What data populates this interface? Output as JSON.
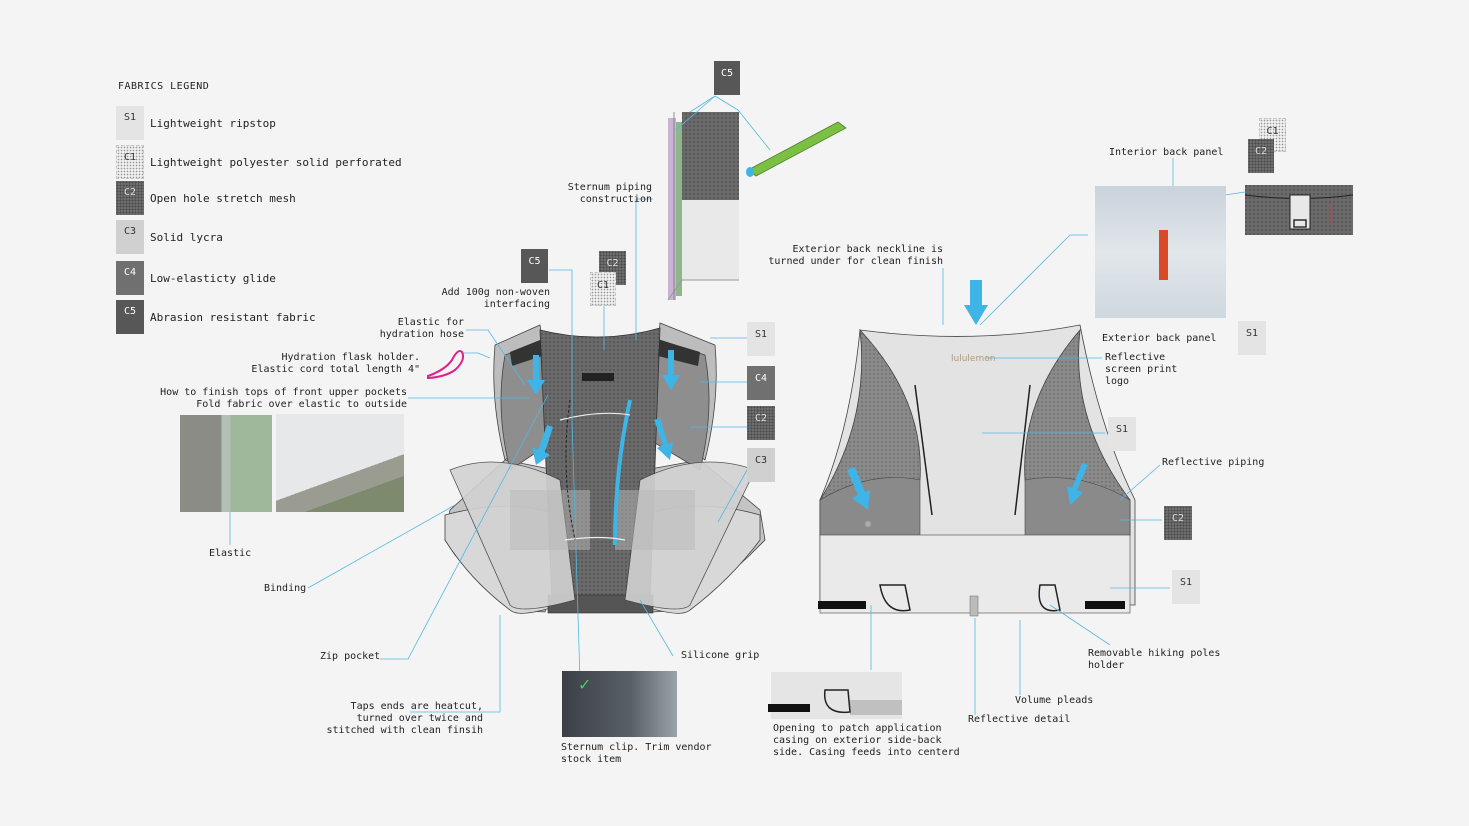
{
  "legend": {
    "title": "FABRICS LEGEND",
    "items": [
      {
        "code": "S1",
        "label": "Lightweight ripstop"
      },
      {
        "code": "C1",
        "label": "Lightweight polyester solid perforated"
      },
      {
        "code": "C2",
        "label": "Open hole stretch mesh"
      },
      {
        "code": "C3",
        "label": "Solid lycra"
      },
      {
        "code": "C4",
        "label": "Low-elasticty glide"
      },
      {
        "code": "C5",
        "label": "Abrasion resistant fabric"
      }
    ]
  },
  "tags": {
    "c5_top": "C5",
    "c5_front": "C5",
    "c2_front": "C2",
    "c1_front": "C1",
    "s1_front": "S1",
    "c4_front": "C4",
    "c2_front_side": "C2",
    "c3_front": "C3",
    "c1_back_detail": "C1",
    "c2_back_detail": "C2",
    "s1_back_top": "S1",
    "s1_back_mid": "S1",
    "c2_back_side": "C2",
    "s1_back_low": "S1"
  },
  "front": {
    "sternum_piping": "Sternum piping\nconstruction",
    "interfacing": "Add 100g non-woven\ninterfacing",
    "elastic_hose": "Elastic for\nhydration hose",
    "flask_holder": "Hydration flask holder.\nElastic cord total length 4\"",
    "pocket_tops": "How to finish tops of front upper pockets\nFold fabric over elastic to outside",
    "elastic": "Elastic",
    "binding": "Binding",
    "zip_pocket": "Zip pocket",
    "tape_ends": "Taps ends are heatcut,\nturned over twice and\nstitched with clean finsih",
    "sternum_clip": "Sternum clip. Trim vendor\nstock item",
    "silicone_grip": "Silicone grip"
  },
  "back": {
    "neckline": "Exterior back neckline is\nturned under for clean finish",
    "interior_panel": "Interior back panel",
    "exterior_panel": "Exterior back panel",
    "reflective_logo": "Reflective\nscreen print\nlogo",
    "logo_text": "lululemon",
    "reflective_piping": "Reflective piping",
    "hiking_poles": "Removable hiking poles\nholder",
    "volume_pleads": "Volume pleads",
    "reflective_detail": "Reflective detail",
    "opening_patch": "Opening to patch application\ncasing on exterior side-back\nside. Casing feeds into centerd"
  },
  "colors": {
    "accent_blue": "#3fb4e6",
    "leader_line": "#52b8e3",
    "magenta": "#e0208a",
    "dark_fabric": "#5a5a5a",
    "light_fabric": "#e3e3e3"
  }
}
